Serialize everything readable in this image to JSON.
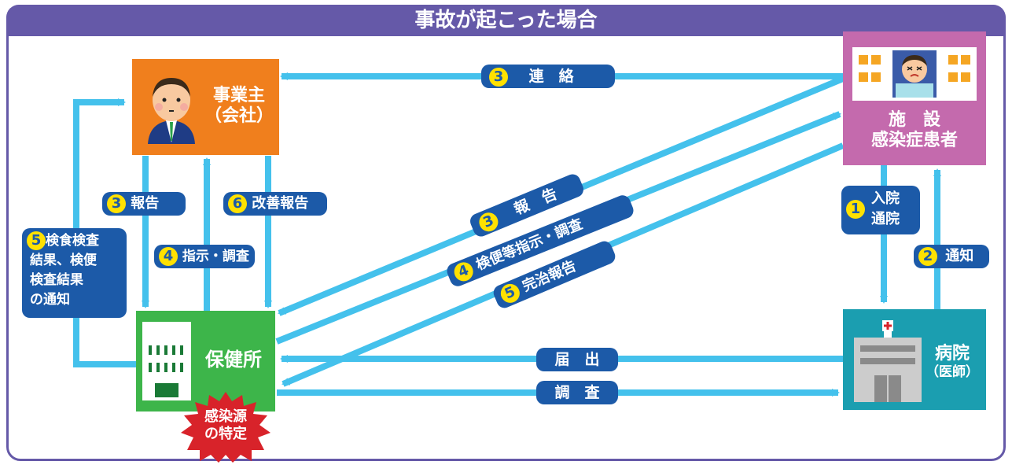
{
  "title": "事故が起こった場合",
  "nodes": {
    "employer": {
      "line1": "事業主",
      "line2": "（会社）"
    },
    "facility": {
      "line1": "施　設",
      "line2": "感染症患者"
    },
    "health_center": {
      "label": "保健所"
    },
    "hospital": {
      "line1": "病院",
      "line2": "（医師）"
    },
    "burst": {
      "line1": "感染源",
      "line2": "の特定"
    }
  },
  "labels": {
    "contact": {
      "num": "3",
      "text": "連　絡"
    },
    "report_left": {
      "num": "3",
      "text": "報告"
    },
    "instruct": {
      "num": "4",
      "text": "指示・調査"
    },
    "improve": {
      "num": "6",
      "text": "改善報告"
    },
    "notify_result": {
      "num": "5",
      "line1": "検食検査",
      "line2": "結果、検便",
      "line3": "検査結果",
      "line4": "の通知"
    },
    "diag_report": {
      "num": "3",
      "text": "報　告"
    },
    "diag_stool": {
      "num": "4",
      "text": "検便等指示・調査"
    },
    "diag_cured": {
      "num": "5",
      "text": "完治報告"
    },
    "admit": {
      "num": "1",
      "line1": "入院",
      "line2": "通院"
    },
    "notify": {
      "num": "2",
      "text": "通知"
    },
    "notification": {
      "text": "届　出"
    },
    "investigate": {
      "text": "調　査"
    }
  },
  "colors": {
    "header": "#6559a8",
    "arrow": "#44c1ec",
    "pill": "#1c5aa8",
    "employer": "#f07f1d",
    "facility": "#c46aad",
    "health_center": "#3db54a",
    "hospital": "#1b9eb0",
    "burst": "#d8232a",
    "number_circle": "#ffe100"
  }
}
